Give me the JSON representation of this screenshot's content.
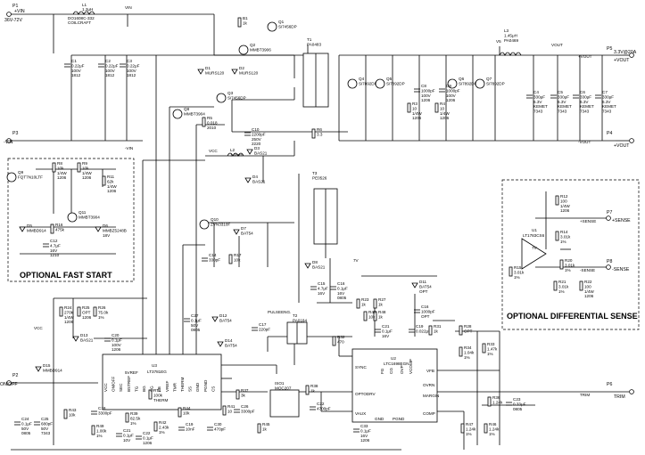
{
  "ports": {
    "p1_ref": "P1",
    "p1_net": "+VIN",
    "p1_range": "36V-72V",
    "p2_ref": "P2",
    "p2_net": "ON/OFF",
    "p3_ref": "P3",
    "p3_net": "-VIN",
    "p4_ref": "P4",
    "p4_net": "+VOUT",
    "p5_ref": "P5",
    "p5_net": "+VOUT",
    "p5_spec": "3.3V@20A",
    "p6_ref": "P6",
    "p6_net": "TRIM",
    "p7_ref": "P7",
    "p7_net": "+SENSE",
    "p8_ref": "P8",
    "p8_net": "-SENSE"
  },
  "nets": {
    "vin": "VIN",
    "vcc": "VCC",
    "v5": "V5",
    "v7": "7V",
    "vout": "VOUT",
    "neg_vin": "-VIN",
    "neg_vout": "-VOUT",
    "pos_vout": "+VOUT",
    "sense_pos": "+SENSE",
    "sense_neg": "-SENSE",
    "trim": "TRIM",
    "ref": "5VREF",
    "sync_net": "SYNC",
    "pulseeng": "PULSEENG."
  },
  "input_filter": {
    "l1_ref": "L1",
    "l1_val": "1.2μH",
    "l1_part": "DO1608C-332",
    "l1_mfr": "COILCRAFT",
    "c1": [
      "C1",
      "0.22μF",
      "100V",
      "1812"
    ],
    "c2": [
      "C2",
      "0.22μF",
      "100V",
      "1812"
    ],
    "c3": [
      "C3",
      "0.22μF",
      "100V",
      "1812"
    ]
  },
  "primary": {
    "b1": [
      "B1",
      "1k"
    ],
    "q1": [
      "Q1",
      "Si7456DP"
    ],
    "q2": [
      "Q2",
      "MMBT3906"
    ],
    "d1": [
      "D1",
      "MURS120"
    ],
    "d2": [
      "D2",
      "MURS120"
    ],
    "q3": [
      "Q3",
      "Si7456DP"
    ],
    "q8": [
      "Q8",
      "MMBT3904"
    ],
    "r5": [
      "R5",
      "0.018",
      "2010"
    ],
    "t1": [
      "T1",
      "PA0483"
    ],
    "c10": [
      "C10",
      "2200pF",
      "250V",
      "2220"
    ],
    "r6": [
      "R6",
      "3.3"
    ],
    "l2": [
      "L2",
      "1.0mH"
    ],
    "d3": [
      "D3",
      "BAS21"
    ],
    "d4": [
      "D4",
      "BAS21"
    ]
  },
  "secondary": {
    "q4": [
      "Q4",
      "Si7892DP"
    ],
    "q5": [
      "Q5",
      "Si7892DP"
    ],
    "q6": [
      "Q6",
      "Si7892DP"
    ],
    "q7": [
      "Q7",
      "Si7892DP"
    ],
    "r3": [
      "R3",
      "10",
      "1/4W",
      "1206"
    ],
    "r4": [
      "R4",
      "10",
      "1/4W",
      "1206"
    ],
    "c8": [
      "C8",
      "1000pF",
      "100V",
      "1206"
    ],
    "c9": [
      "C9",
      "1000pF",
      "100V",
      "1206"
    ],
    "l3": [
      "L3",
      "1.45μH",
      "PA0469"
    ],
    "c4": [
      "C4",
      "330μF",
      "6.3V",
      "KEMET",
      "7343"
    ],
    "c5": [
      "C5",
      "330μF",
      "6.3V",
      "KEMET",
      "7343"
    ],
    "c6": [
      "C6",
      "330μF",
      "6.3V",
      "KEMET",
      "7343"
    ],
    "c7": [
      "C7",
      "330μF",
      "6.3V",
      "KEMET",
      "7343"
    ]
  },
  "fast_start": {
    "title": "OPTIONAL FAST START",
    "q9": [
      "Q9",
      "FQT7N10LTF"
    ],
    "r8": [
      "R8",
      "10k",
      "1/4W",
      "1206"
    ],
    "r9": [
      "R9",
      "10k",
      "1/4W",
      "1206"
    ],
    "r11": [
      "R11",
      "62k",
      "1/4W",
      "1206"
    ],
    "d5": [
      "D5",
      "MMBD914"
    ],
    "r16": [
      "R16",
      "475k"
    ],
    "q11": [
      "Q11",
      "MMBT3904"
    ],
    "d6": [
      "D6",
      "MMBZ5248B",
      "18V"
    ],
    "c12": [
      "C12",
      "4.7μF",
      "16V",
      "1210"
    ]
  },
  "bias": {
    "q10": [
      "Q10",
      "ZVN3310F"
    ],
    "d7": [
      "D7",
      "BAT54"
    ],
    "c14": [
      "C14",
      "330pF"
    ],
    "r17": [
      "R17",
      "10k"
    ],
    "t3": [
      "T3",
      "PE0526"
    ],
    "d8": [
      "D8",
      "BAS21"
    ],
    "c15": [
      "C15",
      "4.7μF",
      "16V"
    ],
    "c16": [
      "C16",
      "0.1μF",
      "16V",
      "0805"
    ]
  },
  "sense": {
    "title": "OPTIONAL DIFFERENTIAL SENSE",
    "u1": [
      "U1",
      "LT1783CS6"
    ],
    "r12": [
      "R12",
      "100",
      "1/4W",
      "1206"
    ],
    "r14": [
      "R14",
      "3.01k",
      "1%"
    ],
    "r15": [
      "R15",
      "3.01k",
      "1%"
    ],
    "r20": [
      "R20",
      "3.01k",
      "1%"
    ],
    "r21": [
      "R21",
      "3.01k",
      "1%"
    ],
    "r22": [
      "R22",
      "100",
      "1/4W",
      "1206"
    ]
  },
  "controller": {
    "u3": [
      "U3",
      "LT3781EG"
    ],
    "u3_pins": [
      "VCC",
      "ON/OFF",
      "SEC",
      "BSTREF",
      "TG",
      "BG",
      "SG",
      "FB",
      "VREF",
      "TMR",
      "THERM",
      "SS",
      "GND",
      "PGND",
      "CS"
    ],
    "r24": [
      "R24",
      "270k",
      "1/4W",
      "1206"
    ],
    "r25": [
      "R25",
      "OPT",
      "1206"
    ],
    "r26": [
      "R26",
      "75.0k",
      "1%"
    ],
    "d13": [
      "D13",
      "BAS21"
    ],
    "c20": [
      "C20",
      "0.1μF",
      "100V",
      "1206"
    ],
    "d15": [
      "D15",
      "MMBD914"
    ],
    "c24": [
      "C24",
      "0.1μF",
      "50V",
      "0805"
    ],
    "c25": [
      "C25",
      "680pF",
      "50V",
      "7343"
    ],
    "r43": [
      "R43",
      "10k"
    ],
    "c18": [
      "C18",
      "3300pF"
    ],
    "r49": [
      "R49",
      "1.00k",
      "1%"
    ],
    "r39": [
      "R39",
      "82.5k",
      "1%"
    ],
    "c21": [
      "C21",
      "0.1μF",
      "10V"
    ],
    "rt1": [
      "RT1",
      "100k",
      "THERM"
    ],
    "r42": [
      "R42",
      "2.43k",
      "1%"
    ],
    "c22": [
      "C22",
      "0.1μF",
      "1206"
    ],
    "r44": [
      "R44",
      "10k"
    ],
    "c19": [
      "C19",
      "10nF"
    ],
    "c30": [
      "C30",
      "470pF"
    ],
    "c27": [
      "C27",
      "0.1μF",
      "50V",
      "0805"
    ],
    "d12": [
      "D12",
      "BAT54"
    ],
    "d14": [
      "D14",
      "BAT54"
    ],
    "c17": [
      "C17",
      "220pF"
    ],
    "t2": [
      "T2",
      "PA0184"
    ],
    "r32": [
      "R32",
      "470"
    ],
    "r37": [
      "R37",
      "3k"
    ],
    "r41": [
      "R41",
      "10"
    ],
    "c26": [
      "C26",
      "3300pF"
    ],
    "iso1": [
      "ISO1",
      "MOC207"
    ],
    "r45": [
      "R45",
      "1k"
    ],
    "r38": [
      "R38",
      "1k"
    ],
    "c22b": [
      "C22",
      "4700pF"
    ],
    "c29": [
      "C29",
      "4700pF"
    ]
  },
  "secondary_ctrl": {
    "u2": [
      "U2",
      "LTC1698EGN"
    ],
    "u2_pins": [
      "SYNC",
      "OPTODRV",
      "VAUX",
      "FG",
      "CG",
      "OVP",
      "VCOMP",
      "VFB",
      "OVRN",
      "MARGIN",
      "COMP",
      "GND",
      "PGND"
    ],
    "r23": [
      "R23",
      "1k"
    ],
    "r27": [
      "R27",
      "1k"
    ],
    "r40": [
      "R40",
      "10k"
    ],
    "r48": [
      "R48",
      "1k"
    ],
    "c21": [
      "C21",
      "0.1μF",
      "16V"
    ],
    "d11": [
      "D11",
      "BAT54",
      "OPT"
    ],
    "c16": [
      "C16",
      "1000pF",
      "OPT"
    ],
    "c19": [
      "C19",
      "0.022μF"
    ],
    "r31": [
      "R31",
      "1k"
    ],
    "r28": [
      "R28",
      "OPT"
    ],
    "r33": [
      "R33",
      "1.47k",
      "1%"
    ],
    "r34": [
      "R34",
      "1.04k",
      "1%"
    ],
    "r36": [
      "R36",
      "1.24k"
    ],
    "c23": [
      "C23",
      "0.33μF",
      "0805"
    ],
    "c33": [
      "C33",
      "0.1μF",
      "16V",
      "1206"
    ],
    "r47": [
      "R47",
      "1.24k",
      "1%"
    ],
    "r46": [
      "R46",
      "1.24k",
      "1%"
    ]
  }
}
